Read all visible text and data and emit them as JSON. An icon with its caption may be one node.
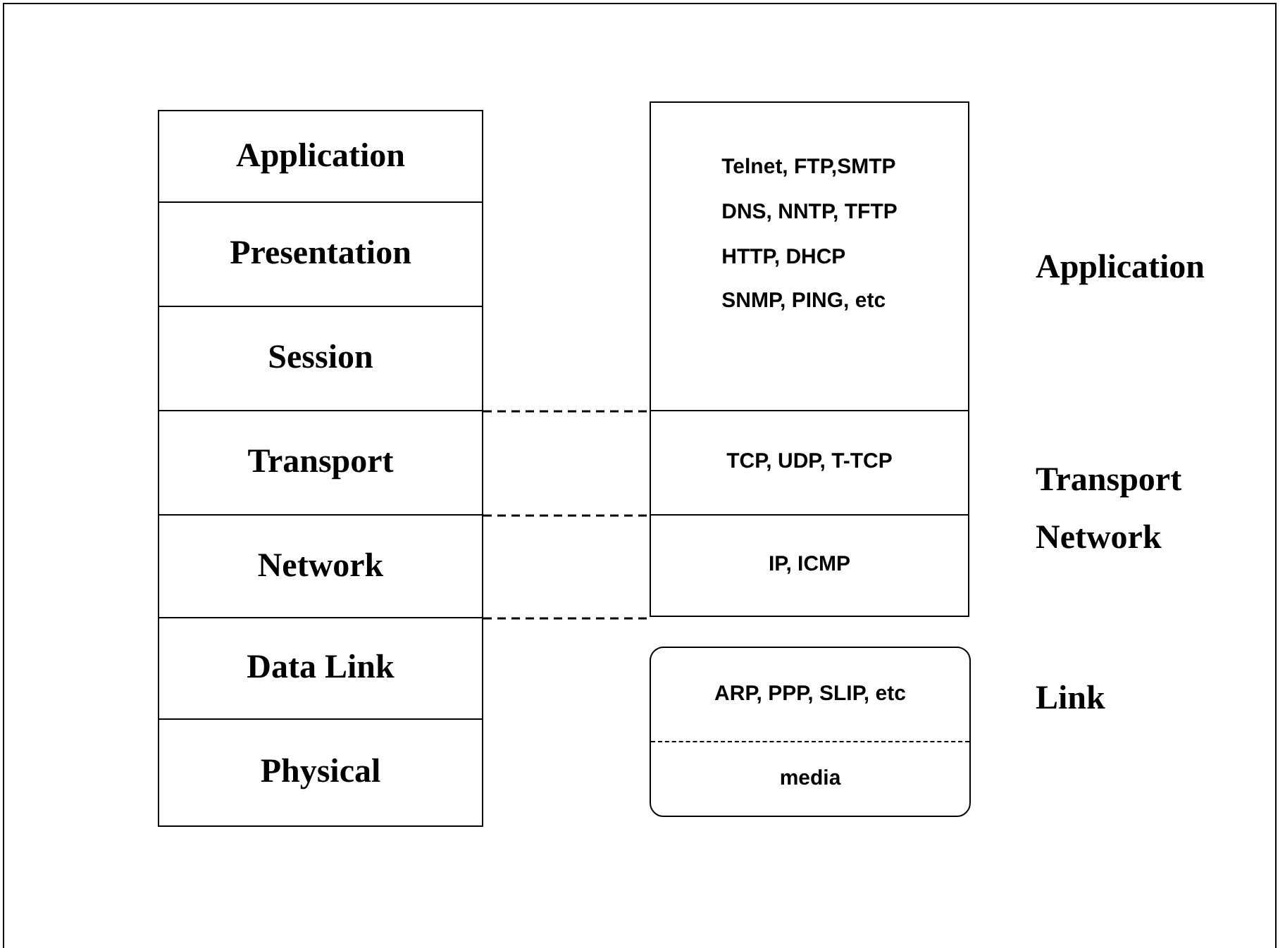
{
  "diagram": {
    "nodes": [
      {
        "text": [
          "Application"
        ]
      },
      {
        "text": [
          "Presentation"
        ]
      },
      {
        "text": [
          "Session"
        ]
      },
      {
        "text": [
          "Transport"
        ]
      },
      {
        "text": [
          "Network"
        ]
      },
      {
        "text": [
          "Data Link"
        ]
      },
      {
        "text": [
          "Physical"
        ]
      },
      {
        "text": [
          "Telnet, FTP,SMTP",
          "DNS, NNTP, TFTP",
          "HTTP, DHCP",
          "SNMP, PING, etc"
        ],
        "beside": [
          "Application"
        ]
      },
      {
        "text": [
          "TCP, UDP, T-TCP"
        ],
        "beside": [
          "Transport"
        ]
      },
      {
        "text": [
          "IP, ICMP"
        ],
        "beside": [
          "Network"
        ]
      },
      {
        "text": [
          "ARP, PPP, SLIP, etc",
          "media"
        ],
        "beside": [
          "Link"
        ]
      }
    ],
    "edges": [
      {
        "from": 3,
        "to": 8,
        "arrow": "none",
        "style": "dashed"
      },
      {
        "from": 4,
        "to": 9,
        "arrow": "none",
        "style": "dashed"
      },
      {
        "from": 5,
        "to": 9,
        "arrow": "none",
        "style": "dashed"
      }
    ]
  }
}
